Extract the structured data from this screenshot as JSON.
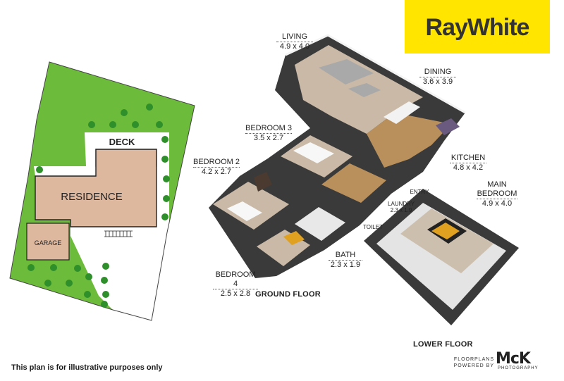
{
  "brand": {
    "logo_text": "RayWhite",
    "logo_color": "#ffe500"
  },
  "site_plan": {
    "deck_label": "DECK",
    "residence_label": "RESIDENCE",
    "garage_label": "GARAGE",
    "lawn_color": "#6dbb3a",
    "residence_color": "#ddb79e",
    "tree_color": "#2f8f2a"
  },
  "ground_floor": {
    "title": "GROUND FLOOR",
    "rooms": {
      "living": {
        "name": "LIVING",
        "dim": "4.9 x 4.0"
      },
      "dining": {
        "name": "DINING",
        "dim": "3.6 x 3.9"
      },
      "bedroom3": {
        "name": "BEDROOM 3",
        "dim": "3.5 x 2.7"
      },
      "bedroom2": {
        "name": "BEDROOM 2",
        "dim": "4.2 x 2.7"
      },
      "kitchen": {
        "name": "KITCHEN",
        "dim": "4.8 x 4.2"
      },
      "entry": {
        "name": "ENTRY"
      },
      "laundry": {
        "name": "LAUNDRY",
        "dim": "2.3 x 1.9"
      },
      "toilet": {
        "name": "TOILET"
      },
      "bath": {
        "name": "BATH",
        "dim": "2.3 x 1.9"
      },
      "bedroom4": {
        "name": "BEDROOM 4",
        "dim": "2.5 x 2.8"
      }
    }
  },
  "lower_floor": {
    "title": "LOWER FLOOR",
    "rooms": {
      "main_bedroom": {
        "name_line1": "MAIN",
        "name_line2": "BEDROOM",
        "dim": "4.9 x 4.0"
      }
    }
  },
  "footer": {
    "disclaimer": "This plan is for illustrative purposes only",
    "powered_line1": "FLOORPLANS",
    "powered_line2": "POWERED BY",
    "maker_logo": "McK",
    "maker_sub": "PHOTOGRAPHY"
  }
}
